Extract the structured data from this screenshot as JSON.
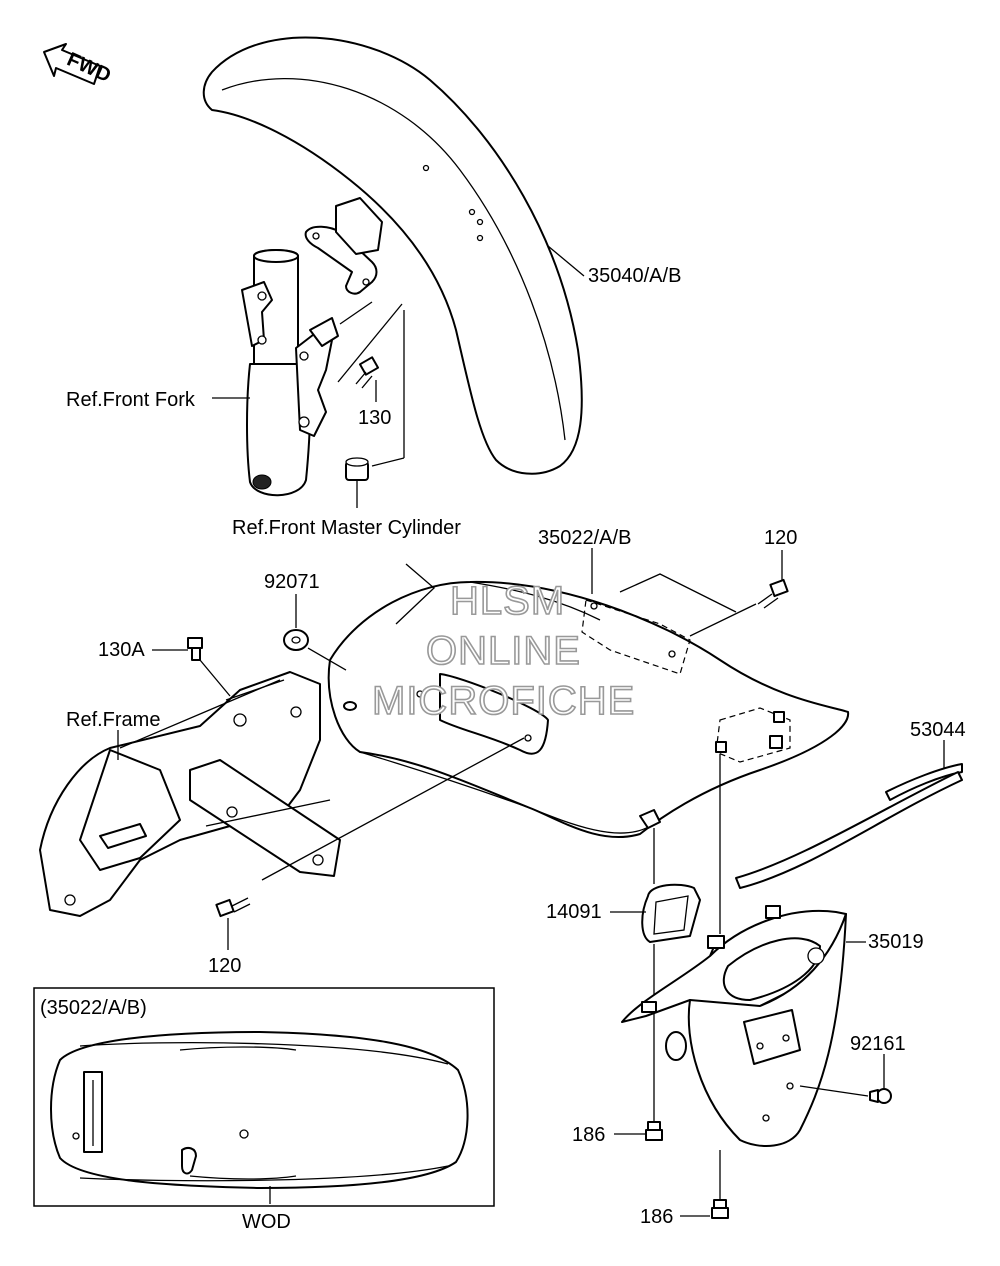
{
  "labels": {
    "fwd": "FWD",
    "front_fender": "35040/A/B",
    "front_fork": "Ref.Front Fork",
    "bolt_130": "130",
    "front_master_cylinder": "Ref.Front Master Cylinder",
    "rear_fender": "35022/A/B",
    "bolt_120_top": "120",
    "cushion_92071": "92071",
    "bolt_130a": "130A",
    "frame": "Ref.Frame",
    "strip_53044": "53044",
    "seal_14091": "14091",
    "flap_35019": "35019",
    "bolt_120_bottom": "120",
    "plug_92161": "92161",
    "bolt_186_left": "186",
    "bolt_186_bottom": "186",
    "inset_title": "(35022/A/B)",
    "inset_caption": "WOD"
  },
  "watermark": {
    "line1": "HLSM",
    "line2": "ONLINE",
    "line3": "MICROFICHE"
  },
  "colors": {
    "line": "#000000",
    "background": "#ffffff",
    "watermark_outline": "#999999"
  }
}
